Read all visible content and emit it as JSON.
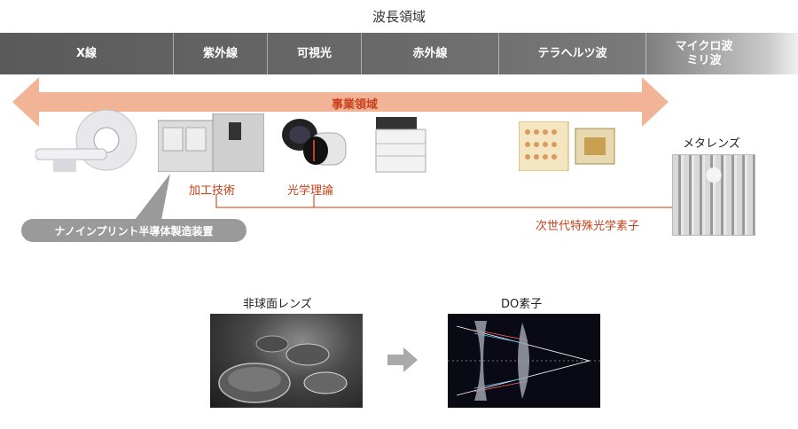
{
  "title": "波長領域",
  "wavelength_bands": [
    {
      "label": "X線"
    },
    {
      "label": "紫外線"
    },
    {
      "label": "可視光"
    },
    {
      "label": "赤外線"
    },
    {
      "label": "テラヘルツ波"
    },
    {
      "label": "マイクロ波\nミリ波"
    }
  ],
  "business_arrow_label": "事業領域",
  "labels": {
    "processing_tech": "加工技術",
    "optical_theory": "光学理論",
    "next_gen_optics": "次世代特殊光学素子",
    "metalens": "メタレンズ",
    "nanoimprint": "ナノインプリント半導体製造装置",
    "aspheric_lens": "非球面レンズ",
    "do_element": "DO素子"
  },
  "colors": {
    "accent_orange": "#f2b496",
    "accent_red_text": "#c8401a",
    "connector_line": "#d8603a",
    "band_gray": "#666666",
    "callout_gray": "#9a9a9a"
  }
}
